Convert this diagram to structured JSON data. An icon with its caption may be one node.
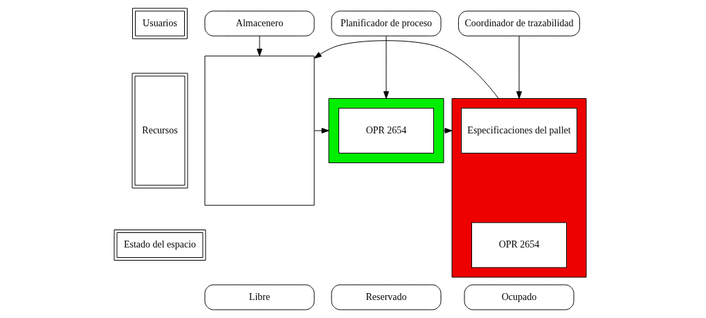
{
  "diagram": {
    "nodes": [
      {
        "text": [
          "Usuarios"
        ]
      },
      {
        "text": [
          "Recursos"
        ]
      },
      {
        "text": [
          "Estado del espacio"
        ]
      },
      {
        "text": [
          "Almacenero"
        ]
      },
      {
        "text": [
          "Planificador de proceso"
        ]
      },
      {
        "text": [
          "Coordinador de trazabilidad"
        ]
      },
      {
        "text": [],
        "shape": "box"
      },
      {
        "text": [],
        "shape": "box"
      },
      {
        "text": [
          "OPR 2654"
        ],
        "in": 7
      },
      {
        "text": [],
        "shape": "box"
      },
      {
        "text": [
          "Especificaciones del pallet"
        ],
        "in": 9
      },
      {
        "text": [
          "OPR 2654"
        ],
        "in": 9
      },
      {
        "text": [
          "Libre"
        ]
      },
      {
        "text": [
          "Reservado"
        ]
      },
      {
        "text": [
          "Ocupado"
        ]
      }
    ],
    "edges": [
      {
        "from": 3,
        "to": 6,
        "arrow": "to"
      },
      {
        "from": 4,
        "to": 7,
        "arrow": "to"
      },
      {
        "from": 5,
        "to": 9,
        "arrow": "to"
      },
      {
        "from": 6,
        "to": 7,
        "arrow": "to"
      },
      {
        "from": 7,
        "to": 9,
        "arrow": "to"
      },
      {
        "from": 9,
        "to": 6,
        "arrow": "to"
      }
    ]
  }
}
